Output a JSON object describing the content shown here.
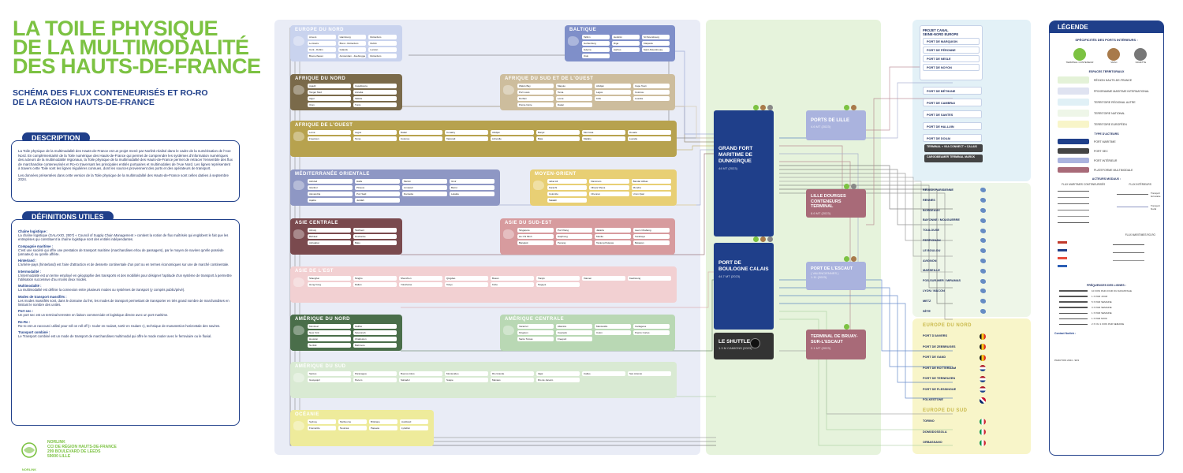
{
  "header": {
    "title_lines": [
      "LA TOILE PHYSIQUE",
      "DE LA MULTIMODALITÉ",
      "DES HAUTS-DE-FRANCE"
    ],
    "subtitle_lines": [
      "SCHÉMA DES FLUX CONTENEURISÉS ET RO-RO",
      "DE LA RÉGION HAUTS-DE-FRANCE"
    ]
  },
  "description": {
    "heading": "DESCRIPTION",
    "paragraphs": [
      "La Toile physique de la multimodalité des Hauts-de-France est un projet mené par Norlink réalisé dans le cadre de la numérisation de l'Axe Nord. En complémentarité de la Toile numérique des Hauts-de-France qui permet de comprendre les systèmes d'information numériques des acteurs de la multimodalité régionaux, la Toile physique de la multimodalité des Hauts-de-France permet de retracer l'ensemble des flux de marchandise conteneurisés et Ro-ro traversant les principales entités portuaires et multimodales de l'Axe Nord. Les lignes représentent à travers cette Toile sont les lignes régulières connues, dont les sources proviennent des ports et des opérateurs de transport.",
      "Les données présentées dans cette version de la Toile physique de la multimodalité des Hauts-de-France sont celles datées à septembre 2024."
    ]
  },
  "definitions": {
    "heading": "DÉFINITIONS UTILES",
    "items": [
      {
        "term": "Chaîne logistique :",
        "text": "La chaîne logistique (GALAXIO, 2007) « Council of Supply Chain Management » contient la notion de flux maîtrisés qui englobent le fait que les entreprises qui constituent la chaîne logistique sont des entités indépendantes."
      },
      {
        "term": "Compagnie maritime :",
        "text": "C'est une société qui offre une prestation de transport maritime (marchandises et/ou de passagers), par le moyen de navires qu'elle possède (armateur) ou qu'elle affrète."
      },
      {
        "term": "Hinterland :",
        "text": "L'arrière-pays (hinterland) est l'aire d'attraction et de desserte continentale d'un port ou en termes économiques sur une de marché continentale."
      },
      {
        "term": "Intermodalité :",
        "text": "L'intermodalité est un terme employé en géographie des transports et des mobilités pour désigner l'aptitude d'un système de transport à permettre l'utilisation successive d'au moins deux modes."
      },
      {
        "term": "Multimodalité :",
        "text": "La multimodalité est définie la connexion entre plusieurs modes ou systèmes de transport (y compris public/privé)."
      },
      {
        "term": "Modes de transport massifiés :",
        "text": "Les modes massifiés sont, dans le domaine du fret, les modes de transport permettant de transporter en très grand nombre de marchandises en limitant le nombre des unités."
      },
      {
        "term": "Port sec :",
        "text": "Un port sec est un terminal terrestre en liaison commerciale et logistique directe avec un port maritime."
      },
      {
        "term": "Ro-Ro :",
        "text": "Ro-ro est un raccourci utilisé pour roll on roll off (« rouler en roulant, sortir en roulant »), technique de manutention horizontale des navires."
      },
      {
        "term": "Transport combiné :",
        "text": "Le Transport combiné est un mode de transport de marchandises multimodal qui offre le mode routier avec le ferroviaire ou le fluvial."
      }
    ]
  },
  "footer": {
    "logo_text": "NORLINK",
    "lines": [
      "NORLINK",
      "CCI DE RÉGION HAUTS-DE-FRANCE",
      "299 BOULEVARD DE LEEDS",
      "59000 LILLE"
    ]
  },
  "regions": [
    {
      "label": "EUROPE DU NORD",
      "color": "#c9d3ee",
      "head": "#c9d3ee",
      "rows": [
        "Anvers",
        "Hambourg",
        "Rotterdam",
        "Le Havre",
        "Brest - Rotterdam",
        "Dublin",
        "Cork - Dublin",
        "Gdansk",
        "London",
        "Bremerhaven",
        "Amsterdam - Zeebrugge",
        "Rotterdam"
      ]
    },
    {
      "label": "BALTIQUE",
      "color": "#7f8fc9",
      "head": "#7f8fc9",
      "rows": [
        "Tallinn",
        "Helsinki",
        "St Petersbourg",
        "Gothenburg",
        "Riga",
        "Klaipeda",
        "Gdynia",
        "Aarhus",
        "Saint-Petersbourg",
        "Oslo"
      ]
    },
    {
      "label": "AFRIQUE DU NORD",
      "color": "#7a6a4a",
      "head": "#7a6a4a",
      "rows": [
        "Agadir",
        "Casablanca",
        "Tanger Med",
        "Annaba",
        "Alger",
        "Skikda",
        "Oran",
        "Tunis",
        "Bejaia",
        "Sfax"
      ]
    },
    {
      "label": "AFRIQUE DU SUD ET DE L'OUEST",
      "color": "#cdbd9d",
      "head": "#cdbd9d",
      "rows": [
        "Walvis Bay",
        "Maputo",
        "Abidjan",
        "Cape Town",
        "Port Louis",
        "Tema",
        "Lagos",
        "Cotonou",
        "Durban",
        "Lomé",
        "Kribi",
        "Luanda",
        "Pointe Noire",
        "Dakar"
      ]
    },
    {
      "label": "AFRIQUE DE L'OUEST",
      "color": "#b7a24e",
      "head": "#b7a24e",
      "rows": [
        "Lomé",
        "Lagos",
        "Dakar",
        "Conakry",
        "Abidjan",
        "Banjul",
        "Monrovia",
        "Douala",
        "Freetown",
        "Tema",
        "Cotonou",
        "Takoradi",
        "Libreville",
        "Bata",
        "Malabo",
        "Luanda"
      ]
    },
    {
      "label": "MÉDITERRANÉE ORIENTALE",
      "color": "#8e97c4",
      "head": "#8e97c4",
      "rows": [
        "Ashdod",
        "Haifa",
        "Mersin",
        "Izmir",
        "Istanbul",
        "Piraeus",
        "Limassol",
        "Beirut",
        "Alexandria",
        "Port Said",
        "Damietta",
        "Latakia",
        "Aqaba",
        "Jeddah"
      ]
    },
    {
      "label": "MOYEN-ORIENT",
      "color": "#e8cf74",
      "head": "#e8cf74",
      "rows": [
        "Jebel Ali",
        "Dammam",
        "Bandar Abbas",
        "Karachi",
        "Nhava Sheva",
        "Mundra",
        "Colombo",
        "Chennai",
        "Umm Qasr",
        "Salalah"
      ]
    },
    {
      "label": "ASIE CENTRALE",
      "color": "#7a4a4e",
      "head": "#7a4a4e",
      "rows": [
        "Almaty",
        "Tashkent",
        "Bishkek",
        "Dushanbe",
        "Ashgabat",
        "Baku"
      ]
    },
    {
      "label": "ASIE DU SUD-EST",
      "color": "#d79b9e",
      "head": "#d79b9e",
      "rows": [
        "Singapore",
        "Port Klang",
        "Jakarta",
        "Laem Chabang",
        "Ho Chi Minh",
        "Haiphong",
        "Manila",
        "Surabaya",
        "Bangkok",
        "Penang",
        "Tanjung Pelepas",
        "Belawan"
      ]
    },
    {
      "label": "ASIE DE L'EST",
      "color": "#f2d0d2",
      "head": "#f2d0d2",
      "rows": [
        "Shanghai",
        "Ningbo",
        "Shenzhen",
        "Qingdao",
        "Busan",
        "Tianjin",
        "Xiamen",
        "Kaohsiung",
        "Hong Kong",
        "Dalian",
        "Yokohama",
        "Tokyo",
        "Kobe",
        "Nagoya"
      ]
    },
    {
      "label": "AMÉRIQUE DU NORD",
      "color": "#4a6e4a",
      "head": "#4a6e4a",
      "rows": [
        "Montreal",
        "Halifax",
        "New York",
        "Savannah",
        "Houston",
        "Charleston",
        "Norfolk",
        "Baltimore"
      ]
    },
    {
      "label": "AMÉRIQUE CENTRALE",
      "color": "#b9d8b4",
      "head": "#b9d8b4",
      "rows": [
        "Veracruz",
        "Altamira",
        "Manzanillo",
        "Cartagena",
        "Kingston",
        "Caucedo",
        "Colon",
        "Puerto Cortes",
        "Santo Tomas",
        "Freeport"
      ]
    },
    {
      "label": "AMÉRIQUE DU SUD",
      "color": "#d9ead3",
      "head": "#d9ead3",
      "rows": [
        "Santos",
        "Paranagua",
        "Buenos Aires",
        "Montevideo",
        "Rio Grande",
        "Itajai",
        "Callao",
        "San Antonio",
        "Guayaquil",
        "Pecem",
        "Salvador",
        "Suape",
        "Manaus",
        "Rio de Janeiro"
      ]
    },
    {
      "label": "OCÉANIE",
      "color": "#eeeb9b",
      "head": "#eeeb9b",
      "rows": [
        "Sydney",
        "Melbourne",
        "Brisbane",
        "Auckland",
        "Fremantle",
        "Nouméa",
        "Papeete",
        "Lyttelton"
      ]
    }
  ],
  "ports": {
    "dunkerque": {
      "name": "GRAND FORT MARITIME DE DUNKERQUE",
      "sub": "44 MT (2023)"
    },
    "boulogne": {
      "name": "PORT DE BOULOGNE CALAIS",
      "sub": "44.7 MT (2023)"
    },
    "shuttle": {
      "name": "LE SHUTTLE",
      "sub": "1.3 M CAMIONS (2023)"
    },
    "lille": {
      "name": "PORTS DE LILLE",
      "sub": "4.6 MT (2023)"
    },
    "dourges": {
      "name": "LILLE DOURGES CONTENEURS TERMINAL",
      "sub": "8.6 MT (2023)"
    },
    "escaut": {
      "name": "PORT DE L'ESCAUT",
      "sub": "( VALENCIENNES )",
      "sub2": "1.11 (2023)"
    },
    "bruay": {
      "name": "TERMINAL DE BRUAY-SUR-L'ESCAUT",
      "sub": "2.1 MT (2023)"
    }
  },
  "canal": {
    "heading_lines": [
      "PROJET CANAL",
      "SEINE-NORD EUROPE"
    ],
    "rows": [
      "PORT DE MARQUION",
      "PORT DE PÉRONNE",
      "PORT DE NESLE",
      "PORT DE NOYON"
    ]
  },
  "inland_ports": {
    "rows": [
      "PORT DE BÉTHUNE",
      "PORT DE CAMBRAI",
      "PORT DE SANTES",
      "PORT DE HALLUIN",
      "PORT DE DOUAI"
    ],
    "terminals": [
      "TERMINAL « VIIA CONNECT » CALAIS",
      "CARGOBEAMER TERMINAL MARCK"
    ]
  },
  "french_dest": [
    "RÉGION PARISIENNE",
    "RENNES",
    "BORDEAUX",
    "BAYONNE / MOUGUERRE",
    "TOULOUSE",
    "PERPIGNAN",
    "LE BOULOU",
    "AVIGNON",
    "MARSEILLE",
    "FOS-SUR-MER / MIRAMAS",
    "LYON / MÂCON",
    "METZ",
    "SÈTE"
  ],
  "europe_nord": {
    "heading": "EUROPE DU NORD",
    "rows": [
      "PORT D'ANVERS",
      "PORT DE ZEEBRUGES",
      "PORT DE GAND",
      "PORT DE ROTTERDAM",
      "PORT DE TERNEUZEN",
      "PORT DE FLESSINGUE",
      "FOLKESTONE"
    ]
  },
  "europe_sud": {
    "heading": "EUROPE DU SUD",
    "rows": [
      "TORINO",
      "DOMODOSSOLA",
      "ORBASSANO"
    ]
  },
  "legend": {
    "heading": "LÉGENDE",
    "specs_title": "SPÉCIFICITÉS DES PORTS INTÉRIEURS :",
    "specs": [
      "TERMINAL CONTENEUR",
      "VRAC",
      "NAVETTE"
    ],
    "spaces_title": "ESPACES TERRITORIAUX",
    "spaces": [
      {
        "label": "RÉGION HAUTS-DE-FRANCE",
        "color": "#e4f2d8"
      },
      {
        "label": "PROGRAMME MARITIME INTERNATIONAL",
        "color": "#dfe3f1"
      },
      {
        "label": "TERRITOIRE RÉGIONAL AUTRE",
        "color": "#e0f0f6"
      },
      {
        "label": "TERRITOIRE NATIONAL",
        "color": "#eef6e8"
      },
      {
        "label": "TERRITOIRE EUROPÉEN",
        "color": "#f8f5c9"
      }
    ],
    "actors_title": "TYPE D'ACTEURS",
    "actors": [
      {
        "label": "PORT MARITIME",
        "color": "#1f3f8a"
      },
      {
        "label": "PORT SEC",
        "color": "#444444"
      },
      {
        "label": "PORT INTÉRIEUR",
        "color": "#aab3de"
      },
      {
        "label": "PLATEFORME MULTIMODALE",
        "color": "#a86a78"
      }
    ],
    "modal_title": "ACTEURS MODAUX :",
    "flux_cont_title": "FLUX MARITIMES CONTENEURISÉS",
    "flux_int_title": "FLUX INTÉRIEURS",
    "flux_int": [
      "Transport ferroviaire",
      "Transport fluvial"
    ],
    "roro_title": "FLUX MARITIMES RO-RO",
    "freq_title": "FRÉQUENCES DES LIGNES :",
    "freq": [
      "10 FOIS PAR JOUR OU DAVANTAGE",
      "1 X PAR JOUR",
      "5 X PAR SEMAINE",
      "3 X PAR SEMAINE",
      "1 X PAR SEMAINE",
      "1 X PAR MOIS",
      "2 X OU 1 FOIS PAR SEMAINE"
    ],
    "contact_title": "Contact Norlink :",
    "footer_date": "PARUTION 2024 - 90/1"
  },
  "colors": {
    "green": "#7cc242",
    "navy": "#1f3f8a",
    "portBlue": "#1f3f8a",
    "inland": "#aab3de",
    "platform": "#a86a78",
    "dry": "#444444"
  }
}
